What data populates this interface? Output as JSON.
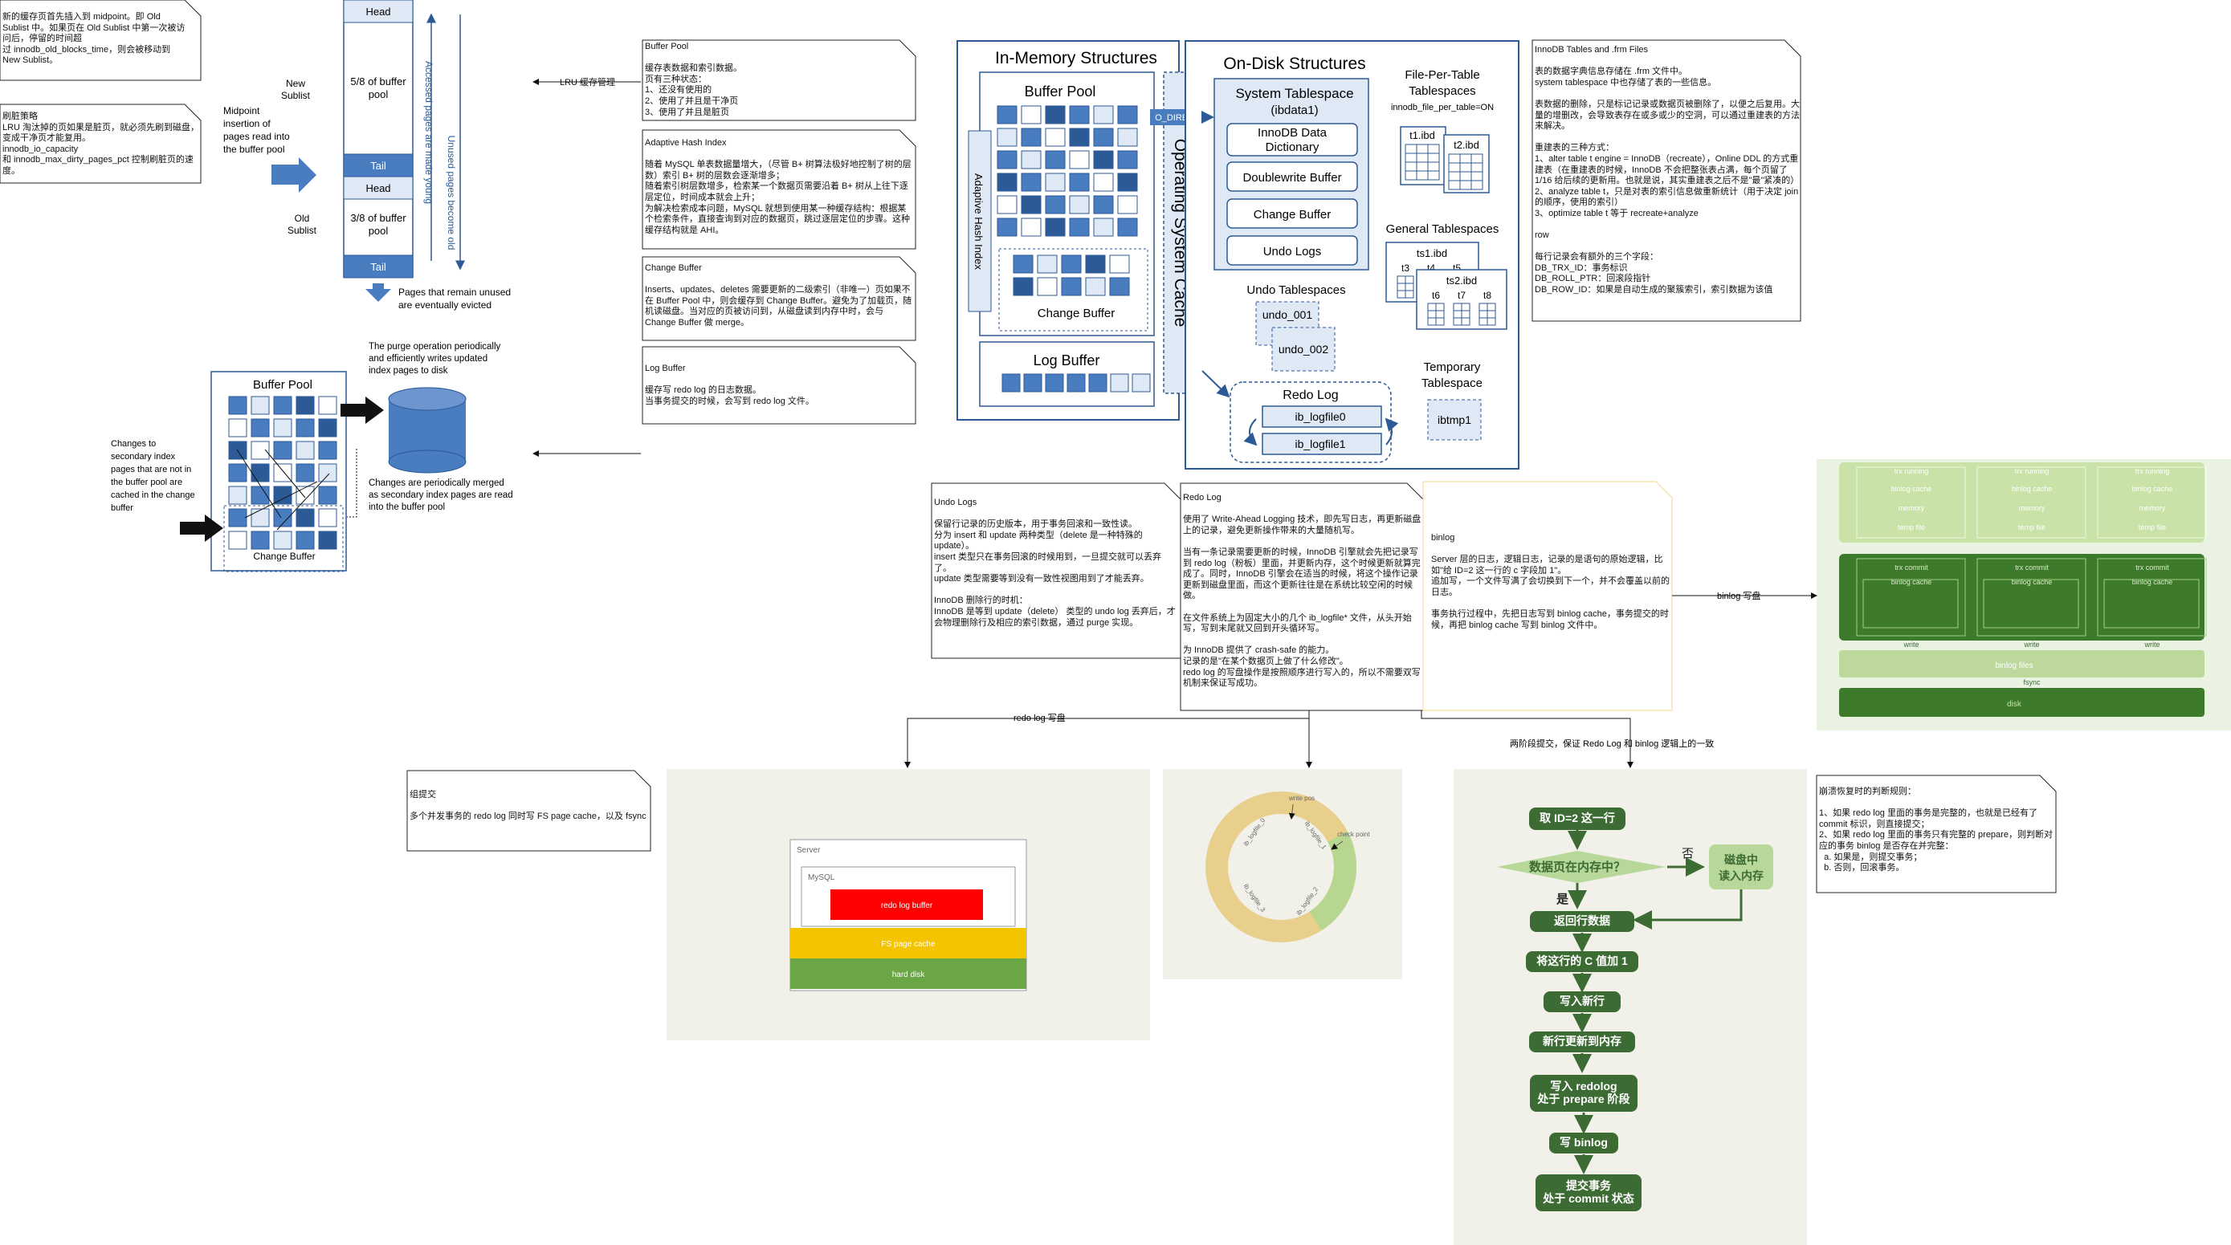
{
  "lru_group": {
    "note_midpoint": "新的缓存页首先插入到 midpoint。即 Old Sublist 中。如果页在 Old Sublist 中第一次被访问后，停留的时间超\n过 innodb_old_blocks_time，则会被移动到 New Sublist。",
    "note_flush": "刷脏策略\nLRU 淘汰掉的页如果是脏页，就必须先刷到磁盘，变成干净页才能复用。\ninnodb_io_capacity\n和 innodb_max_dirty_pages_pct 控制刷脏页的速度。",
    "midpoint_label": "Midpoint\ninsertion of\npages read into\nthe buffer pool",
    "new_sublist": "New\nSublist",
    "old_sublist": "Old\nSublist",
    "head": "Head",
    "tail": "Tail",
    "new_pool": "5/8 of buffer\npool",
    "old_pool": "3/8 of buffer\npool",
    "accessed": "Accessed pages are made young",
    "unused": "Unused pages become old",
    "evicted": "Pages that remain unused\nare eventually evicted",
    "lru_mgmt": "LRU 缓存管理"
  },
  "change_buffer_diagram": {
    "title": "Buffer Pool",
    "change_buffer": "Change Buffer",
    "purge": "The purge operation periodically\nand efficiently writes updated\nindex pages to disk",
    "changes": "Changes to\nsecondary index\npages that are not in\nthe buffer pool are\ncached in the change\nbuffer",
    "merged": "Changes are periodically merged\nas secondary index pages are read\ninto the buffer pool"
  },
  "notes_mid": {
    "buffer_pool": "Buffer Pool\n\n缓存表数据和索引数据。\n页有三种状态：\n1、还没有使用的\n2、使用了并且是干净页\n3、使用了并且是脏页",
    "adaptive_hash": "Adaptive Hash Index\n\n随着 MySQL 单表数据量增大，（尽管 B+ 树算法极好地控制了树的层数）索引 B+ 树的层数会逐渐增多；\n随着索引树层数增多，检索某一个数据页需要沿着 B+ 树从上往下逐层定位，时间成本就会上升；\n为解决检索成本问题，MySQL 就想到使用某一种缓存结构：根据某个检索条件，直接查询到对应的数据页，跳过逐层定位的步骤。这种缓存结构就是 AHI。",
    "change_buffer": "Change Buffer\n\nInserts、updates、deletes 需要更新的二级索引（非唯一）页如果不在 Buffer Pool 中，则会缓存到 Change Buffer。避免为了加载页，随机读磁盘。当对应的页被访问到，从磁盘读到内存中时，会与 Change Buffer 做 merge。",
    "log_buffer": "Log Buffer\n\n缓存写 redo log 的日志数据。\n当事务提交的时候，会写到 redo log 文件。"
  },
  "arch": {
    "in_memory": "In-Memory Structures",
    "on_disk": "On-Disk Structures",
    "buffer_pool": "Buffer Pool",
    "ahi": "Adaptive Hash Index",
    "change_buffer": "Change Buffer",
    "log_buffer": "Log Buffer",
    "os_cache": "Operating System Cache",
    "o_direct": "O_DIRECT",
    "system_tablespace": "System Tablespace",
    "ibdata1": "(ibdata1)",
    "dd": "InnoDB Data\nDictionary",
    "dwb": "Doublewrite Buffer",
    "cb": "Change Buffer",
    "undo_logs": "Undo Logs",
    "file_per_table": "File-Per-Table\nTablespaces",
    "fpt_opt": "innodb_file_per_table=ON",
    "t1": "t1.ibd",
    "t2": "t2.ibd",
    "general": "General Tablespaces",
    "ts1": "ts1.ibd",
    "ts2": "ts2.ibd",
    "t3": "t3",
    "t4": "t4",
    "t5": "t5",
    "t6": "t6",
    "t7": "t7",
    "t8": "t8",
    "undo_ts": "Undo Tablespaces",
    "undo1": "undo_001",
    "undo2": "undo_002",
    "redo_log": "Redo Log",
    "ib0": "ib_logfile0",
    "ib1": "ib_logfile1",
    "temp_ts": "Temporary\nTablespace",
    "ibtmp1": "ibtmp1"
  },
  "notes_right": {
    "tables": "InnoDB Tables and .frm Files\n\n表的数据字典信息存储在 .frm 文件中。\nsystem tablespace 中也存储了表的一些信息。\n\n表数据的删除，只是标记记录或数据页被删除了，以便之后复用。大量的增删改，会导致表存在或多或少的空洞，可以通过重建表的方法来解决。\n\n重建表的三种方式：\n1、alter table t engine = InnoDB（recreate），Online DDL 的方式重建表（在重建表的时候，InnoDB 不会把整张表占满，每个页留了 1/16 给后续的更新用。也就是说，其实重建表之后不是\"最\"紧凑的）\n2、analyze table t，只是对表的索引信息做重新统计（用于决定 join 的顺序，使用的索引）\n3、optimize table t 等于 recreate+analyze\n\nrow\n\n每行记录会有额外的三个字段：\nDB_TRX_ID：事务标识\nDB_ROLL_PTR：回滚段指针\nDB_ROW_ID：如果是自动生成的聚簇索引，索引数据为该值",
    "undo": "Undo Logs\n\n保留行记录的历史版本，用于事务回滚和一致性读。\n分为 insert 和 update 两种类型（delete 是一种特殊的 update）。\ninsert 类型只在事务回滚的时候用到，一旦提交就可以丢弃了。\nupdate 类型需要等到没有一致性视图用到了才能丢弃。\n\nInnoDB 删除行的时机：\nInnoDB 是等到 update（delete） 类型的 undo log 丢弃后，才会物理删除行及相应的索引数据，通过 purge 实现。",
    "redo": "Redo Log\n\n使用了 Write-Ahead Logging 技术，即先写日志，再更新磁盘上的记录，避免更新操作带来的大量随机写。\n\n当有一条记录需要更新的时候，InnoDB 引擎就会先把记录写到 redo log（粉板）里面，并更新内存，这个时候更新就算完成了。同时，InnoDB 引擎会在适当的时候，将这个操作记录更新到磁盘里面，而这个更新往往是在系统比较空闲的时候做。\n\n在文件系统上为固定大小的几个 ib_logfile* 文件，从头开始写，写到末尾就又回到开头循环写。\n\n为 InnoDB 提供了 crash-safe 的能力。\n记录的是\"在某个数据页上做了什么修改\"。\nredo log 的写盘操作是按照顺序进行写入的，所以不需要双写机制来保证写成功。",
    "binlog": "binlog\n\nServer 层的日志，逻辑日志，记录的是语句的原始逻辑，比如\"给 ID=2 这一行的 c 字段加 1\"。\n追加写，一个文件写满了会切换到下一个，并不会覆盖以前的日志。\n\n事务执行过程中，先把日志写到 binlog cache，事务提交的时候，再把 binlog cache 写到 binlog 文件中。",
    "binlog_write": "binlog 写盘",
    "group_commit": "组提交\n\n多个并发事务的 redo log 同时写 FS page cache，以及 fsync",
    "redo_write": "redo log 写盘",
    "two_phase": "两阶段提交，保证 Redo Log 和 binlog 逻辑上的一致",
    "crash": "崩溃恢复时的判断规则：\n\n1、如果 redo log 里面的事务是完整的，也就是已经有了 commit 标识，则直接提交；\n2、如果 redo log 里面的事务只有完整的 prepare，则判断对应的事务 binlog 是否存在并完整：\n  a. 如果是，则提交事务；\n  b. 否则，回滚事务。"
  },
  "binlog_img": {
    "running": "trx running",
    "binlog_cache": "binlog cache",
    "memory": "memory",
    "temp_file": "temp file",
    "commit": "trx commit",
    "write": "write",
    "files": "binlog files",
    "fsync": "fsync",
    "disk": "disk"
  },
  "stack_img": {
    "server": "Server",
    "mysql": "MySQL",
    "redo_buf": "redo log buffer",
    "fs_cache": "FS page cache",
    "hard_disk": "hard disk"
  },
  "ring_img": {
    "write_pos": "write pos",
    "checkpoint": "check point",
    "l0": "ib_logfile_0",
    "l1": "ib_logfile_1",
    "l2": "ib_logfile_2",
    "l3": "ib_logfile_3"
  },
  "flow": {
    "s1": "取 ID=2 这一行",
    "q": "数据页在内存中？",
    "no": "否",
    "yes": "是",
    "disk": "磁盘中\n读入内存",
    "s2": "返回行数据",
    "s3": "将这行的 C 值加 1",
    "s4": "写入新行",
    "s5": "新行更新到内存",
    "s6": "写入 redolog\n处于 prepare 阶段",
    "s7": "写 binlog",
    "s8": "提交事务\n处于 commit 状态"
  },
  "colors": {
    "blue_dark": "#2c5a96",
    "blue_mid": "#4a7cc0",
    "blue_light": "#dfe8f5",
    "green_dark": "#3c7a2a",
    "green_light": "#b8d89a",
    "red": "#ff0000",
    "yellow": "#f5c400",
    "green_bar": "#6aa646",
    "beige": "#f1f1ea"
  }
}
